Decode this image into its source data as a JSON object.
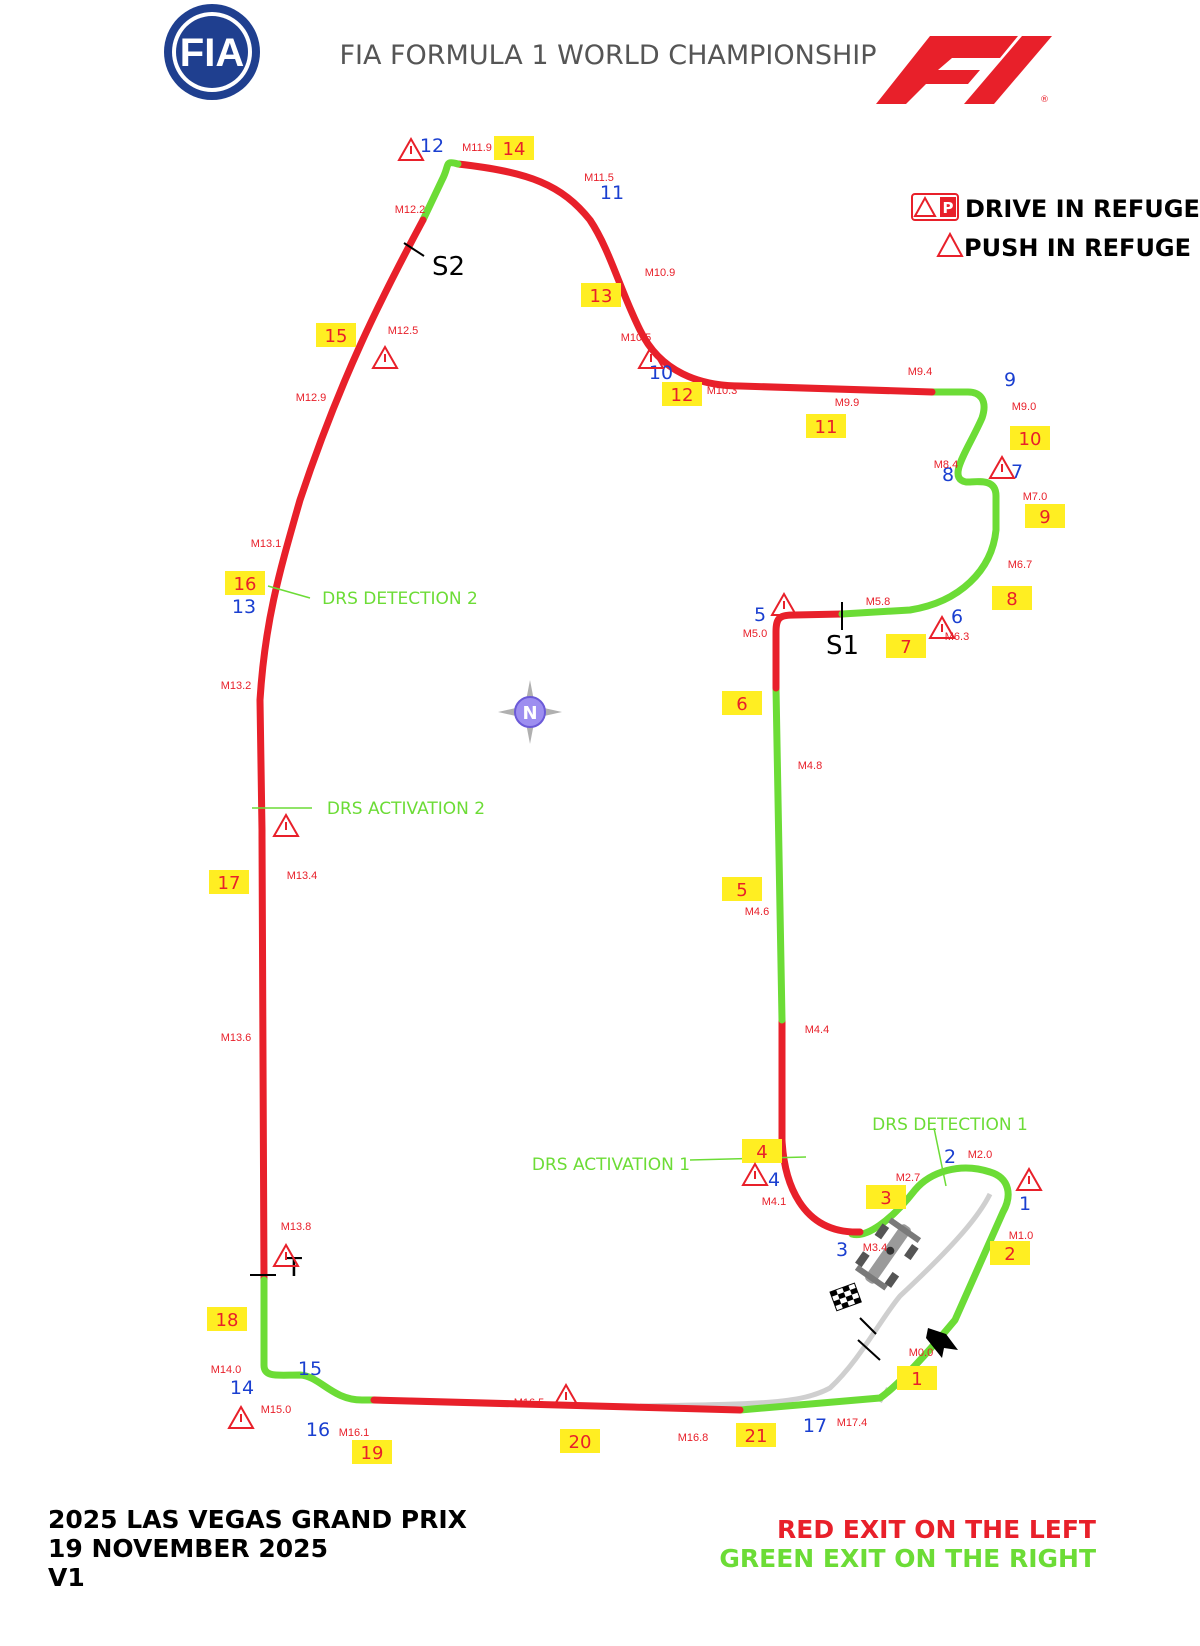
{
  "header": {
    "fia_logo_text": "FIA",
    "title": "FIA FORMULA 1 WORLD CHAMPIONSHIP",
    "f1_logo_name": "f1-logo"
  },
  "legend": {
    "drive_in_refuge": "DRIVE IN REFUGE",
    "push_in_refuge": "PUSH IN REFUGE",
    "p_badge": "P"
  },
  "compass": {
    "letter": "N"
  },
  "footer": {
    "event": "2025 LAS VEGAS GRAND PRIX",
    "date": "19 NOVEMBER 2025",
    "version": "V1",
    "red_exit": "RED EXIT ON THE LEFT",
    "green_exit": "GREEN EXIT ON THE RIGHT"
  },
  "colors": {
    "red_exit": "#e8202a",
    "green_exit": "#6cdc36",
    "turn_number": "#1a3fd0",
    "marshal_post_box": "#ffee22",
    "marker": "#e8202a",
    "drs": "#6cdc36"
  },
  "track": {
    "sectors": [
      "S1",
      "S2"
    ],
    "timing_line": "T",
    "drs": [
      "DRS DETECTION 1",
      "DRS ACTIVATION 1",
      "DRS DETECTION 2",
      "DRS ACTIVATION 2"
    ],
    "turns": [
      "1",
      "2",
      "3",
      "4",
      "5",
      "6",
      "7",
      "8",
      "9",
      "10",
      "11",
      "12",
      "13",
      "14",
      "15",
      "16",
      "17"
    ],
    "marshal_posts": [
      "1",
      "2",
      "3",
      "4",
      "5",
      "6",
      "7",
      "8",
      "9",
      "10",
      "11",
      "12",
      "13",
      "14",
      "15",
      "16",
      "17",
      "18",
      "19",
      "20",
      "21"
    ],
    "distance_markers": [
      "M0.0",
      "M1.0",
      "M2.0",
      "M2.7",
      "M3.4",
      "M4.1",
      "M4.4",
      "M4.6",
      "M4.8",
      "M5.0",
      "M5.8",
      "M6.3",
      "M6.7",
      "M7.0",
      "M8.4",
      "M9.0",
      "M9.4",
      "M9.9",
      "M10.3",
      "M10.5",
      "M10.9",
      "M11.5",
      "M11.9",
      "M12.2",
      "M12.5",
      "M12.9",
      "M13.1",
      "M13.2",
      "M13.4",
      "M13.6",
      "M13.8",
      "M14.0",
      "M15.0",
      "M16.1",
      "M16.5",
      "M16.8",
      "M17.4"
    ]
  }
}
